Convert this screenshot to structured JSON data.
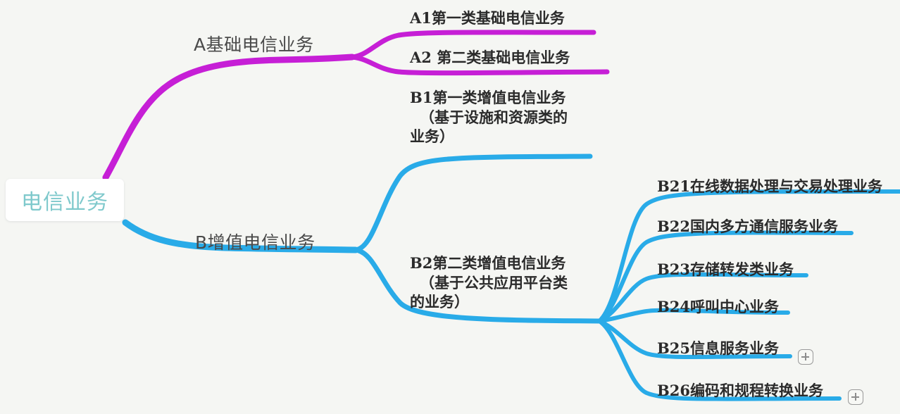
{
  "colors": {
    "background": "#f5f6f3",
    "branch_a": "#c61fd6",
    "branch_b": "#29abe8",
    "root_text": "#7fc9cc",
    "leaf_text": "#2b2b2b",
    "level1_text": "#4a4a4a",
    "expander": "#9a9a9a"
  },
  "root": {
    "label": "电信业务"
  },
  "branches": [
    {
      "id": "A",
      "label": "A基础电信业务",
      "color": "#c61fd6",
      "children": [
        {
          "id": "A1",
          "label": "A1第一类基础电信业务"
        },
        {
          "id": "A2",
          "label": "A2  第二类基础电信业务"
        }
      ]
    },
    {
      "id": "B",
      "label": "B增值电信业务",
      "color": "#29abe8",
      "children": [
        {
          "id": "B1",
          "line1": "B1第一类增值电信业务",
          "line2": "（基于设施和资源类的",
          "line3": "业务）"
        },
        {
          "id": "B2",
          "line1": "B2第二类增值电信业务",
          "line2": "（基于公共应用平台类",
          "line3": "的业务）",
          "children": [
            {
              "id": "B21",
              "label": "B21在线数据处理与交易处理业务",
              "expandable": false
            },
            {
              "id": "B22",
              "label": "B22国内多方通信服务业务",
              "expandable": false
            },
            {
              "id": "B23",
              "label": "B23存储转发类业务",
              "expandable": false
            },
            {
              "id": "B24",
              "label": "B24呼叫中心业务",
              "expandable": false
            },
            {
              "id": "B25",
              "label": "B25信息服务业务",
              "expandable": true
            },
            {
              "id": "B26",
              "label": "B26编码和规程转换业务",
              "expandable": true
            }
          ]
        }
      ]
    }
  ],
  "expanders": {
    "icon": "plus-icon",
    "symbol": "+"
  }
}
